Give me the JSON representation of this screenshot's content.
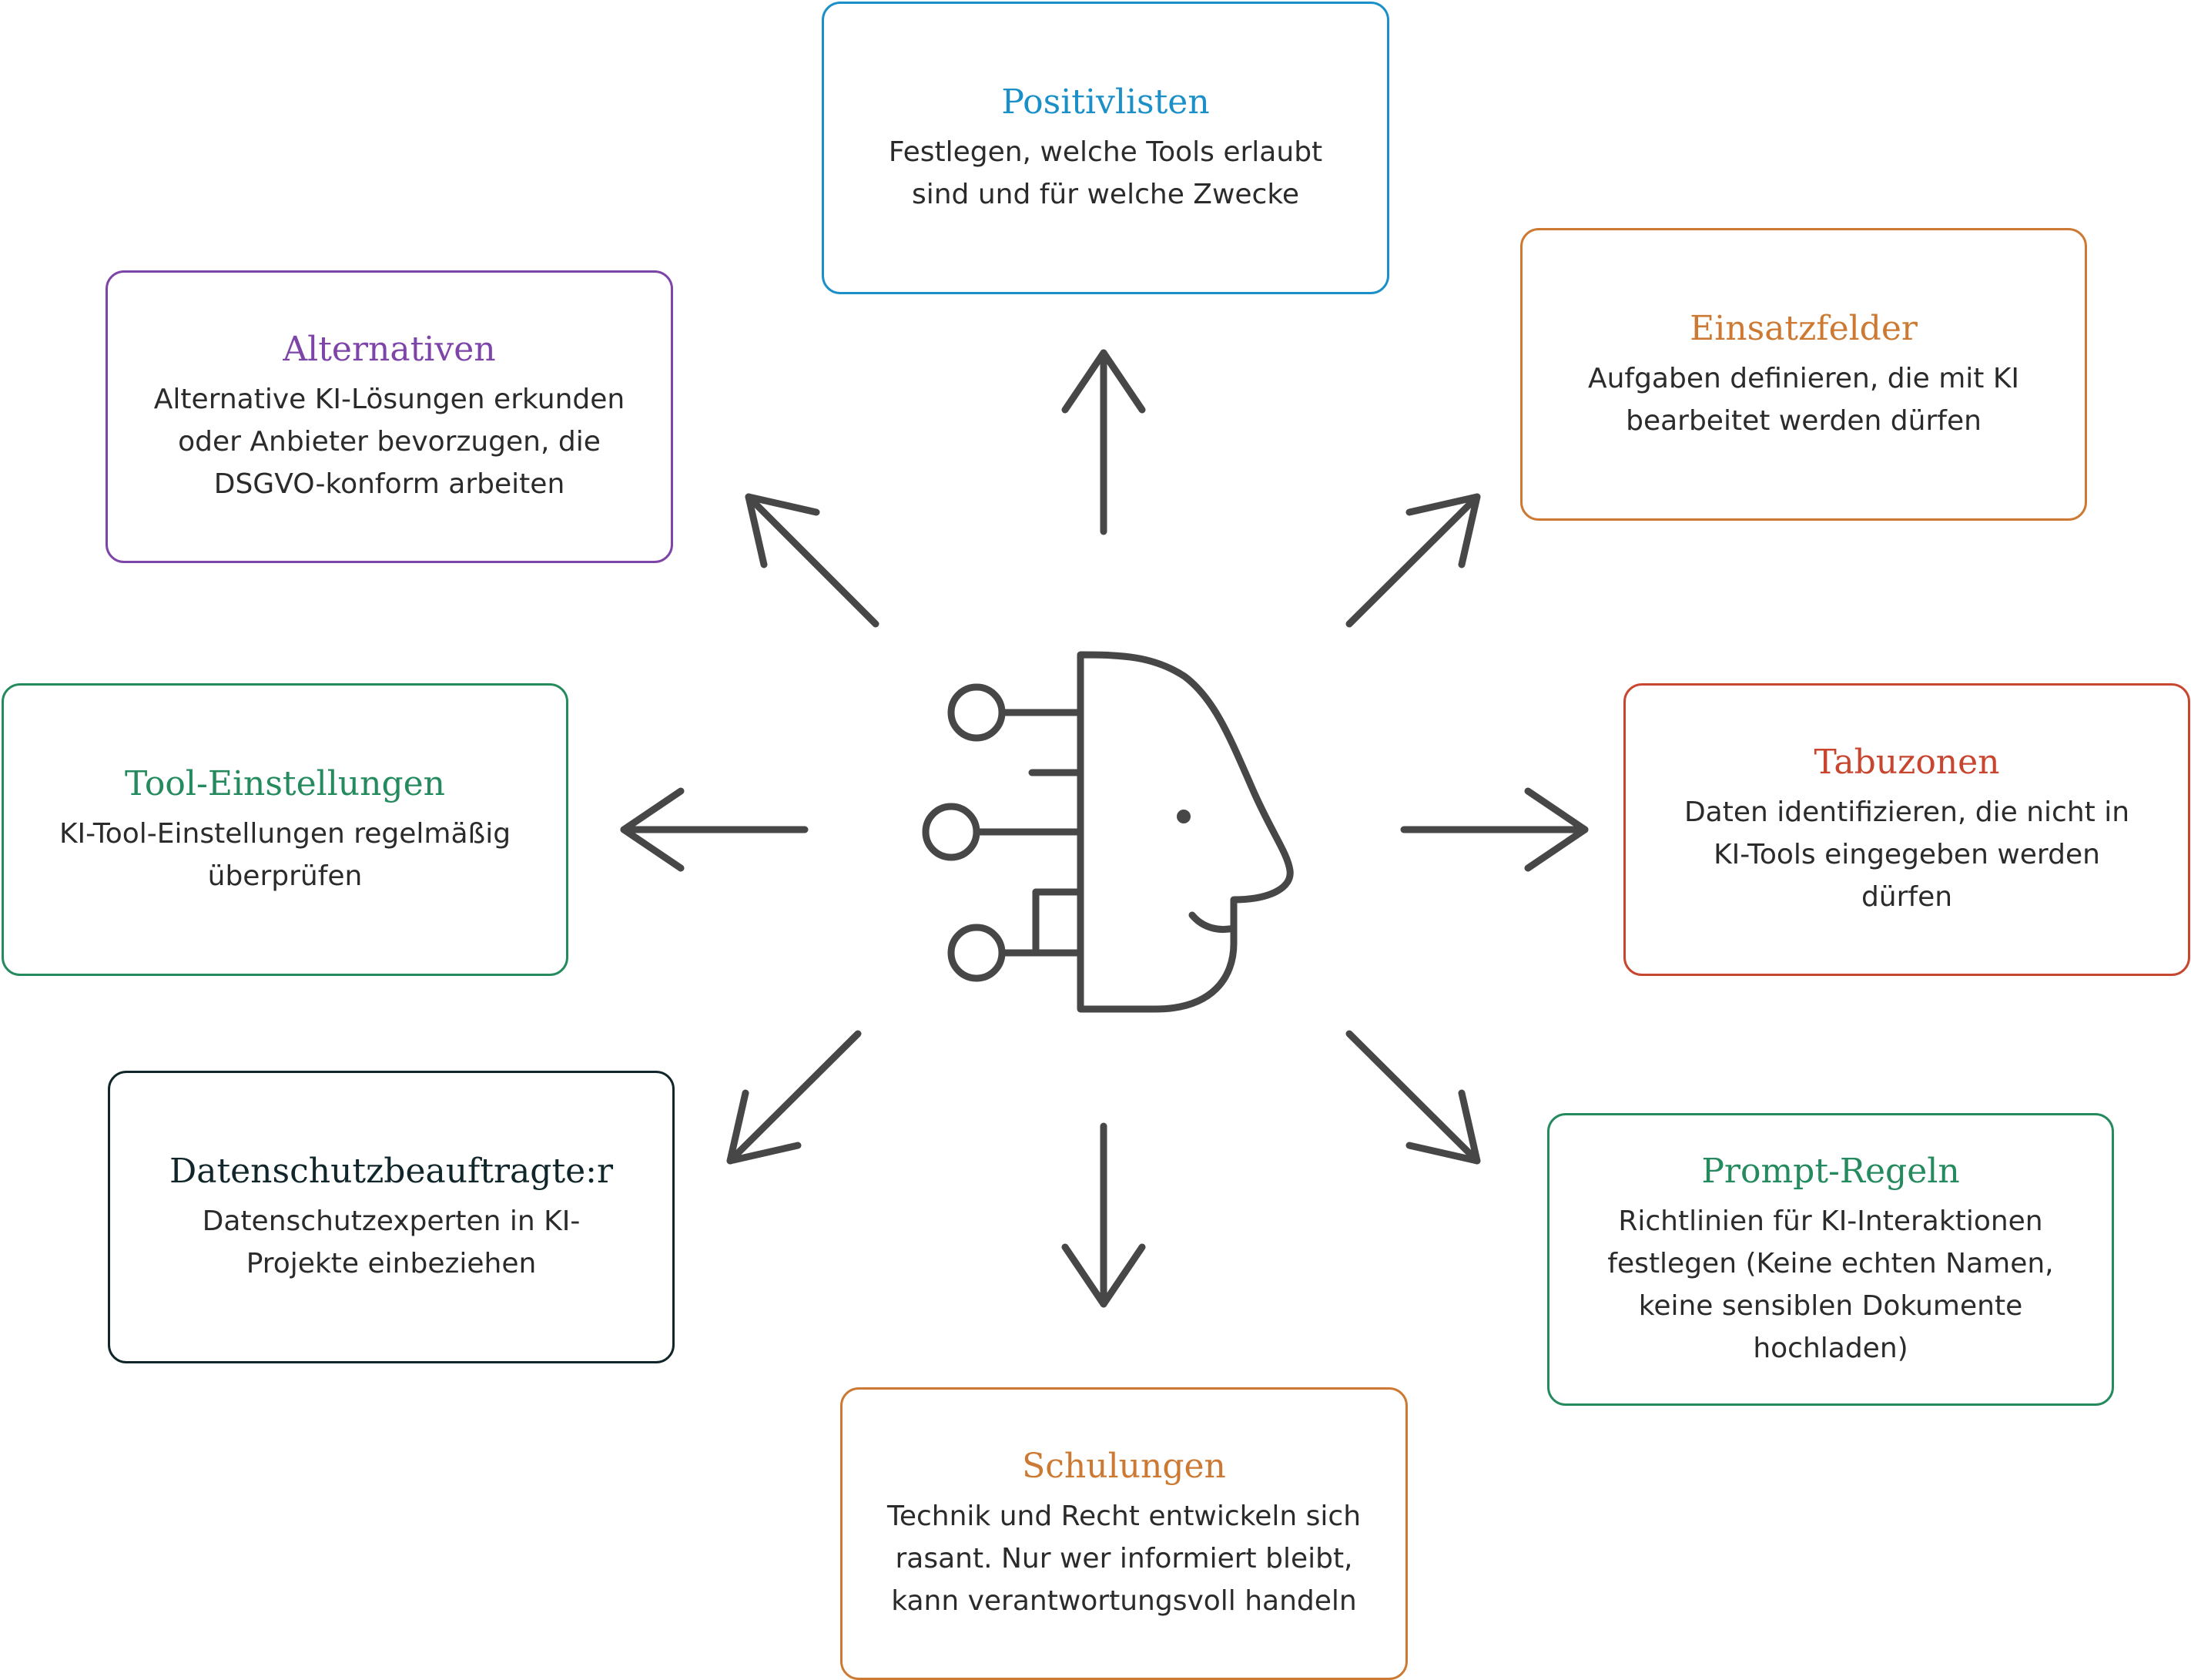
{
  "center": {
    "icon": "ai-head-circuit-icon"
  },
  "arrows": [
    {
      "id": "up",
      "icon": "arrow-up-icon"
    },
    {
      "id": "up-right",
      "icon": "arrow-up-right-icon"
    },
    {
      "id": "right",
      "icon": "arrow-right-icon"
    },
    {
      "id": "down-right",
      "icon": "arrow-down-right-icon"
    },
    {
      "id": "down",
      "icon": "arrow-down-icon"
    },
    {
      "id": "down-left",
      "icon": "arrow-down-left-icon"
    },
    {
      "id": "left",
      "icon": "arrow-left-icon"
    },
    {
      "id": "up-left",
      "icon": "arrow-up-left-icon"
    }
  ],
  "colors": {
    "arrow": "#474747",
    "positivlisten": "#1b90c8",
    "einsatzfelder": "#cc7a33",
    "tabuzonen": "#c8452f",
    "prompt_regeln": "#258a5e",
    "schulungen": "#cc7a33",
    "datenschutz": "#11262a",
    "tool_einstellungen": "#258a5e",
    "alternativen": "#7e45a8"
  },
  "boxes": {
    "positivlisten": {
      "title": "Positivlisten",
      "text": "Festlegen, welche Tools erlaubt sind und für welche Zwecke"
    },
    "einsatzfelder": {
      "title": "Einsatzfelder",
      "text": "Aufgaben definieren, die mit KI bearbeitet werden dürfen"
    },
    "tabuzonen": {
      "title": "Tabuzonen",
      "text": "Daten identifizieren, die nicht in KI-Tools eingegeben werden dürfen"
    },
    "prompt_regeln": {
      "title": "Prompt-Regeln",
      "text": "Richtlinien für KI-Interaktionen festlegen (Keine echten Namen, keine sensiblen Dokumente hochladen)"
    },
    "schulungen": {
      "title": "Schulungen",
      "text": "Technik und Recht entwickeln sich rasant. Nur wer informiert bleibt, kann verantwortungsvoll handeln"
    },
    "datenschutz": {
      "title": "Datenschutzbeauftragte:r",
      "text": "Datenschutzexperten in KI-Projekte einbeziehen"
    },
    "tool_einstellungen": {
      "title": "Tool-Einstellungen",
      "text": "KI-Tool-Einstellungen regelmäßig überprüfen"
    },
    "alternativen": {
      "title": "Alternativen",
      "text": "Alternative KI-Lösungen erkunden oder Anbieter bevorzugen, die DSGVO-konform arbeiten"
    }
  }
}
